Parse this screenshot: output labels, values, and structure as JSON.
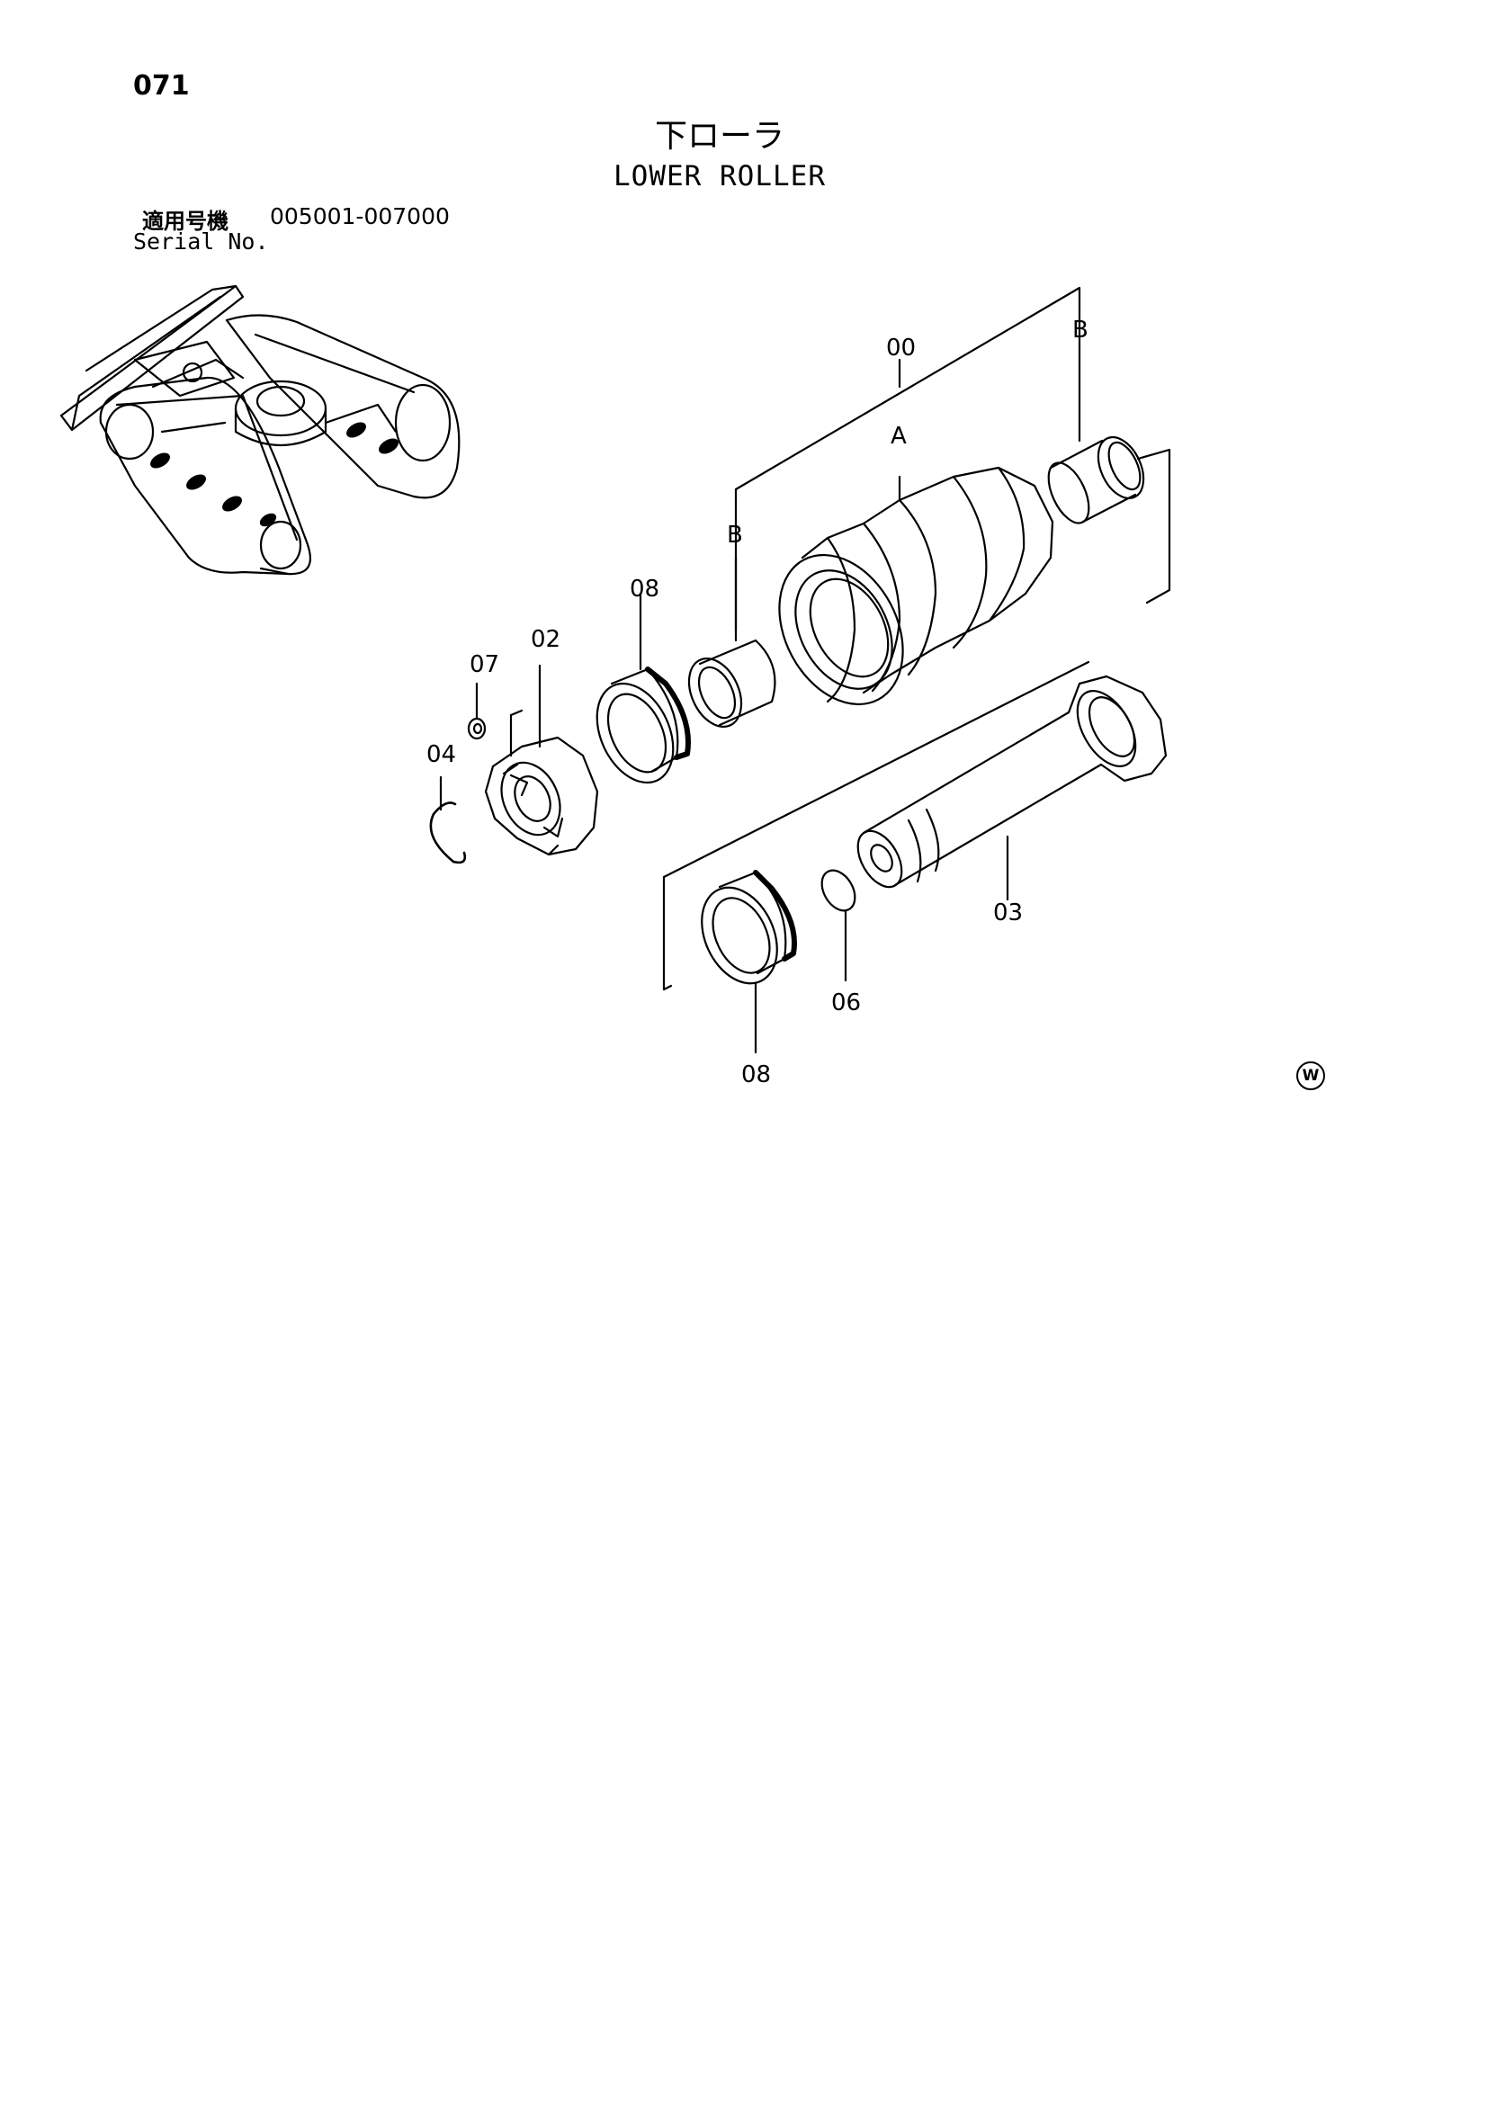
{
  "header": {
    "page_number": "071",
    "title_jp": "下ローラ",
    "title_en": "LOWER ROLLER",
    "serial_label_jp": "適用号機",
    "serial_range": "005001-007000",
    "serial_label_en": "Serial No."
  },
  "callouts": {
    "c00": "00",
    "cA": "A",
    "cB_top": "B",
    "cB_left": "B",
    "c08_top": "08",
    "c02": "02",
    "c07": "07",
    "c04": "04",
    "c03": "03",
    "c06": "06",
    "c08_bottom": "08"
  },
  "footer": {
    "mark": "W"
  }
}
